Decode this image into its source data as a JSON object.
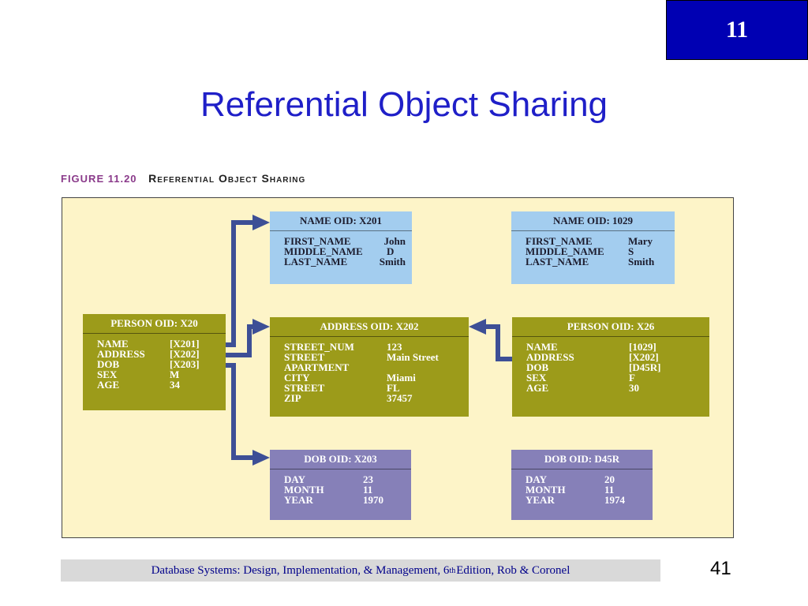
{
  "slide": {
    "chapter": "11",
    "title": "Referential Object Sharing",
    "page_number": "41"
  },
  "figure": {
    "number": "FIGURE 11.20",
    "caption": "Referential Object Sharing"
  },
  "objects": {
    "name_x201": {
      "title": "NAME OID: X201",
      "rows": [
        {
          "k": "FIRST_NAME",
          "v": "John"
        },
        {
          "k": "MIDDLE_NAME",
          "v": "D"
        },
        {
          "k": "LAST_NAME",
          "v": "Smith"
        }
      ]
    },
    "name_1029": {
      "title": "NAME OID: 1029",
      "rows": [
        {
          "k": "FIRST_NAME",
          "v": "Mary"
        },
        {
          "k": "MIDDLE_NAME",
          "v": "S"
        },
        {
          "k": "LAST_NAME",
          "v": "Smith"
        }
      ]
    },
    "person_x20": {
      "title": "PERSON OID: X20",
      "rows": [
        {
          "k": "NAME",
          "v": "[X201]"
        },
        {
          "k": "ADDRESS",
          "v": "[X202]"
        },
        {
          "k": "DOB",
          "v": "[X203]"
        },
        {
          "k": "SEX",
          "v": "M"
        },
        {
          "k": "AGE",
          "v": "34"
        }
      ]
    },
    "address_x202": {
      "title": "ADDRESS OID: X202",
      "rows": [
        {
          "k": "STREET_NUM",
          "v": "123"
        },
        {
          "k": "STREET",
          "v": "Main Street"
        },
        {
          "k": "APARTMENT",
          "v": ""
        },
        {
          "k": "CITY",
          "v": "Miami"
        },
        {
          "k": "STREET",
          "v": "FL"
        },
        {
          "k": "ZIP",
          "v": "37457"
        }
      ]
    },
    "person_x26": {
      "title": "PERSON OID: X26",
      "rows": [
        {
          "k": "NAME",
          "v": "[1029]"
        },
        {
          "k": "ADDRESS",
          "v": "[X202]"
        },
        {
          "k": "DOB",
          "v": "[D45R]"
        },
        {
          "k": "SEX",
          "v": "F"
        },
        {
          "k": "AGE",
          "v": "30"
        }
      ]
    },
    "dob_x203": {
      "title": "DOB OID: X203",
      "rows": [
        {
          "k": "DAY",
          "v": "23"
        },
        {
          "k": "MONTH",
          "v": "11"
        },
        {
          "k": "YEAR",
          "v": "1970"
        }
      ]
    },
    "dob_d45r": {
      "title": "DOB OID: D45R",
      "rows": [
        {
          "k": "DAY",
          "v": "20"
        },
        {
          "k": "MONTH",
          "v": "11"
        },
        {
          "k": "YEAR",
          "v": "1974"
        }
      ]
    }
  },
  "colors": {
    "olive": "#9c9b1a",
    "blue_box": "#a3cdef",
    "purple_box": "#8680b8",
    "arrow": "#3d4f96",
    "background": "#fdf4c8",
    "title": "#1f1fc8"
  },
  "footer": {
    "text_before": "Database Systems: Design, Implementation, & Management, 6",
    "superscript": "th",
    "text_after": " Edition, Rob & Coronel"
  }
}
